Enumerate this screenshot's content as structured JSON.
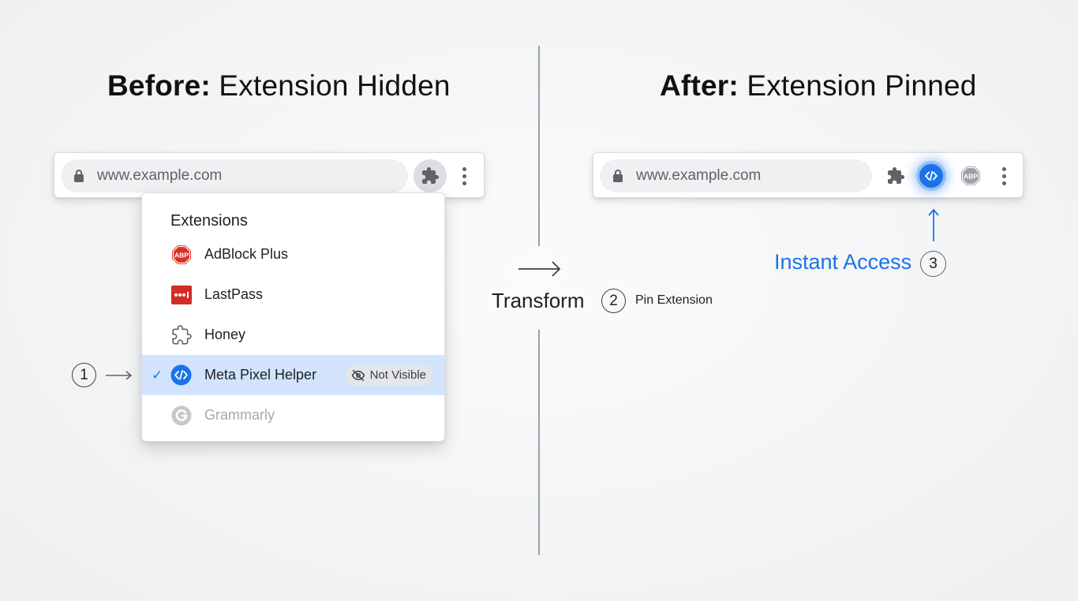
{
  "left_panel": {
    "heading_bold": "Before:",
    "heading_rest": " Extension Hidden",
    "url": "www.example.com",
    "dropdown": {
      "title": "Extensions",
      "items": [
        {
          "label": "AdBlock Plus",
          "icon": "adblock-plus-icon"
        },
        {
          "label": "LastPass",
          "icon": "lastpass-icon"
        },
        {
          "label": "Honey",
          "icon": "puzzle-outline-icon"
        },
        {
          "label": "Meta Pixel Helper",
          "icon": "code-icon",
          "selected": true,
          "checked": true,
          "badge": "Not Visible",
          "badge_icon": "eye-off-icon"
        },
        {
          "label": "Grammarly",
          "icon": "grammarly-icon",
          "disabled": true
        }
      ]
    },
    "step": "1"
  },
  "middle": {
    "transform_label": "Transform",
    "step": "2",
    "step_label": "Pin Extension"
  },
  "right_panel": {
    "heading_bold": "After:",
    "heading_rest": " Extension Pinned",
    "url": "www.example.com",
    "pinned_icons": [
      "puzzle-icon",
      "code-icon",
      "adblock-plus-icon",
      "more-vert-icon"
    ],
    "callout": "Instant Access",
    "step": "3"
  },
  "colors": {
    "accent_blue": "#1a73e8",
    "selected_row": "#d2e3fc",
    "adblock_red": "#d93025",
    "lastpass_red": "#d32d27"
  },
  "abp_text": "ABP"
}
